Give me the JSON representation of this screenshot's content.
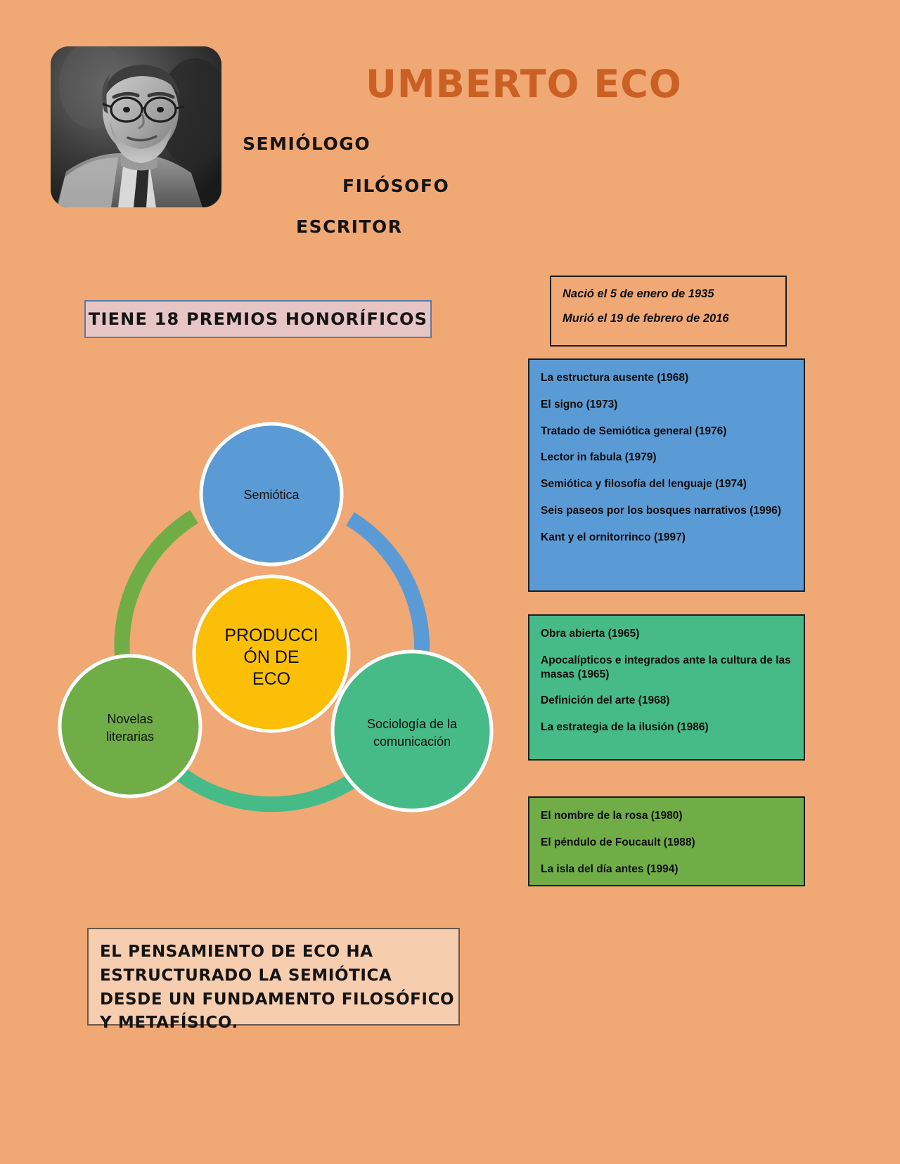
{
  "poster": {
    "background_color": "#f0a875",
    "title": "UMBERTO ECO",
    "title_color": "#ca6023",
    "roles": [
      {
        "label": "SEMIÓLOGO"
      },
      {
        "label": "FILÓSOFO"
      },
      {
        "label": "ESCRITOR"
      }
    ],
    "portrait_alt": "Umberto Eco black and white portrait"
  },
  "awards": {
    "label": "TIENE 18 PREMIOS HONORÍFICOS",
    "background_color": "#e7c5c4",
    "border_color": "#5a7ca6"
  },
  "dates": {
    "lines": [
      "Nació el 5 de enero de 1935",
      "Murió el 19 de febrero de 2016"
    ]
  },
  "diagram": {
    "center": {
      "label_line_1": "PRODUCCI",
      "label_line_2": "ÓN DE",
      "label_line_3": "ECO",
      "color": "#fbbf07"
    },
    "nodes": [
      {
        "label": "Semiótica",
        "color": "#5b9bd5"
      },
      {
        "label_line_1": "Sociología de la",
        "label_line_2": "comunicación",
        "color": "#47bb87"
      },
      {
        "label_line_1": "Novelas",
        "label_line_2": "literarias",
        "color": "#70ad47"
      }
    ],
    "arcs": [
      {
        "name": "arc-blue",
        "color": "#5b9bd5"
      },
      {
        "name": "arc-teal",
        "color": "#47bb87"
      },
      {
        "name": "arc-green",
        "color": "#70ad47"
      }
    ]
  },
  "works": {
    "semiotica": {
      "color": "#5b9bd5",
      "items": [
        "La estructura ausente (1968)",
        "El signo (1973)",
        "Tratado de Semiótica general (1976)",
        "Lector in fabula (1979)",
        "Semiótica y filosofía del lenguaje (1974)",
        "Seis paseos por los bosques narrativos (1996)",
        "Kant y el ornitorrinco (1997)"
      ]
    },
    "sociologia": {
      "color": "#47bb87",
      "items": [
        "Obra abierta (1965)",
        "Apocalípticos e integrados ante la cultura de las masas (1965)",
        "Definición del arte (1968)",
        "La estrategia de la ilusión (1986)"
      ]
    },
    "novelas": {
      "color": "#70ad47",
      "items": [
        "El nombre de la rosa (1980)",
        "El péndulo de Foucault (1988)",
        "La isla del día antes (1994)"
      ]
    }
  },
  "conclusion": {
    "background_color": "#f7cdaf",
    "lines": [
      "EL PENSAMIENTO DE ECO HA",
      "ESTRUCTURADO LA SEMIÓTICA",
      "DESDE UN FUNDAMENTO FILOSÓFICO",
      "Y METAFÍSICO."
    ]
  }
}
